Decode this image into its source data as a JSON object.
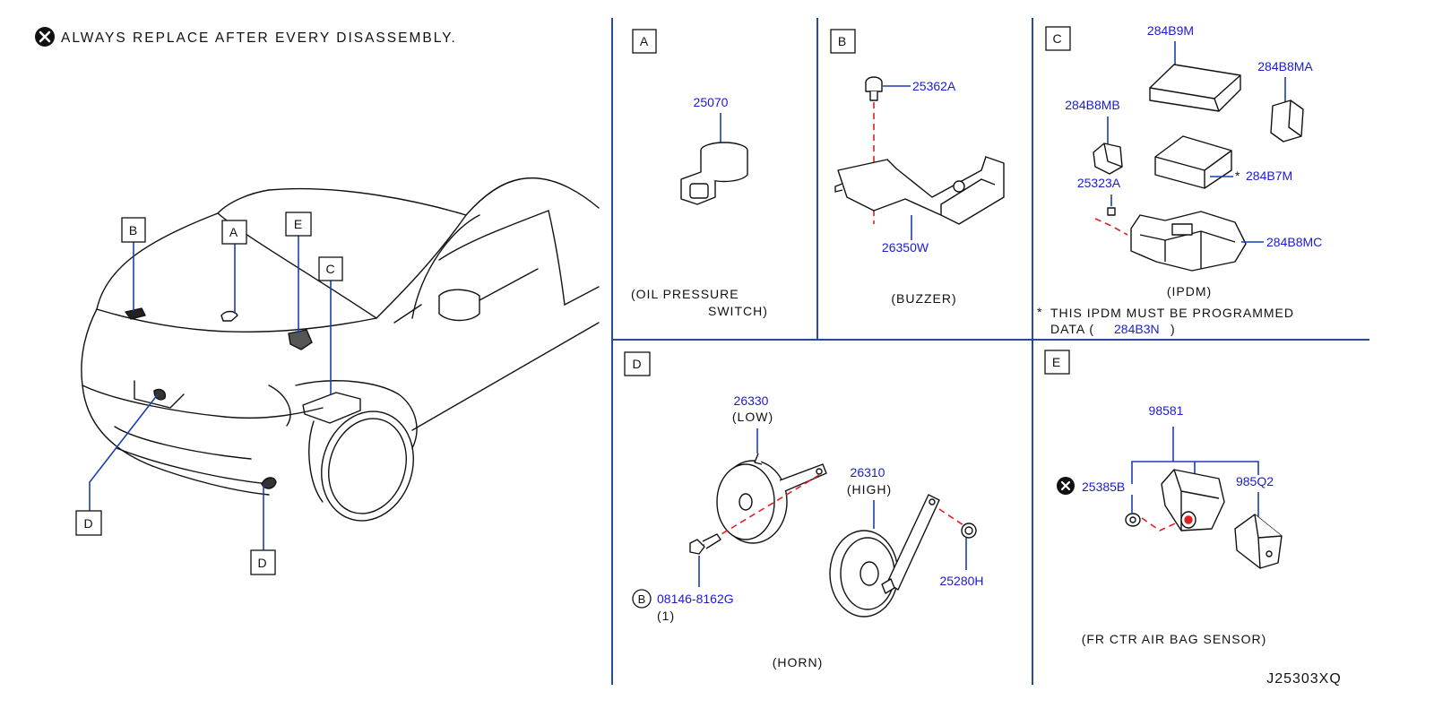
{
  "notice": {
    "text": "ALWAYS REPLACE AFTER EVERY DISASSEMBLY."
  },
  "car_callouts": {
    "a": "A",
    "b": "B",
    "c": "C",
    "d1": "D",
    "d2": "D",
    "e": "E"
  },
  "panels": {
    "a": {
      "letter": "A",
      "part": "25070",
      "caption_1": "(OIL   PRESSURE",
      "caption_2": "SWITCH)"
    },
    "b": {
      "letter": "B",
      "part_bolt": "25362A",
      "part_buzzer": "26350W",
      "caption": "(BUZZER)"
    },
    "c": {
      "letter": "C",
      "parts": {
        "p1": "284B9M",
        "p2": "284B8MA",
        "p3": "284B8MB",
        "p4": "25323A",
        "p5": "284B7M",
        "p6": "284B8MC"
      },
      "star": "*",
      "caption": "(IPDM)",
      "note_star": "*",
      "note_line1": "THIS   IPDM   MUST   BE   PROGRAMMED",
      "note_line2_a": "DATA   (",
      "note_code": "284B3N",
      "note_line2_b": ")"
    },
    "d": {
      "letter": "D",
      "part_low": "26330",
      "low_label": "(LOW)",
      "part_high": "26310",
      "high_label": "(HIGH)",
      "part_nut": "25280H",
      "bolt_symbol": "B",
      "part_bolt": "08146-8162G",
      "bolt_qty": "(1)",
      "caption": "(HORN)"
    },
    "e": {
      "letter": "E",
      "part_main": "98581",
      "part_bolt": "25385B",
      "part_bracket": "985Q2",
      "caption": "(FR   CTR   AIR   BAG   SENSOR)"
    }
  },
  "diagram_code": "J25303XQ"
}
